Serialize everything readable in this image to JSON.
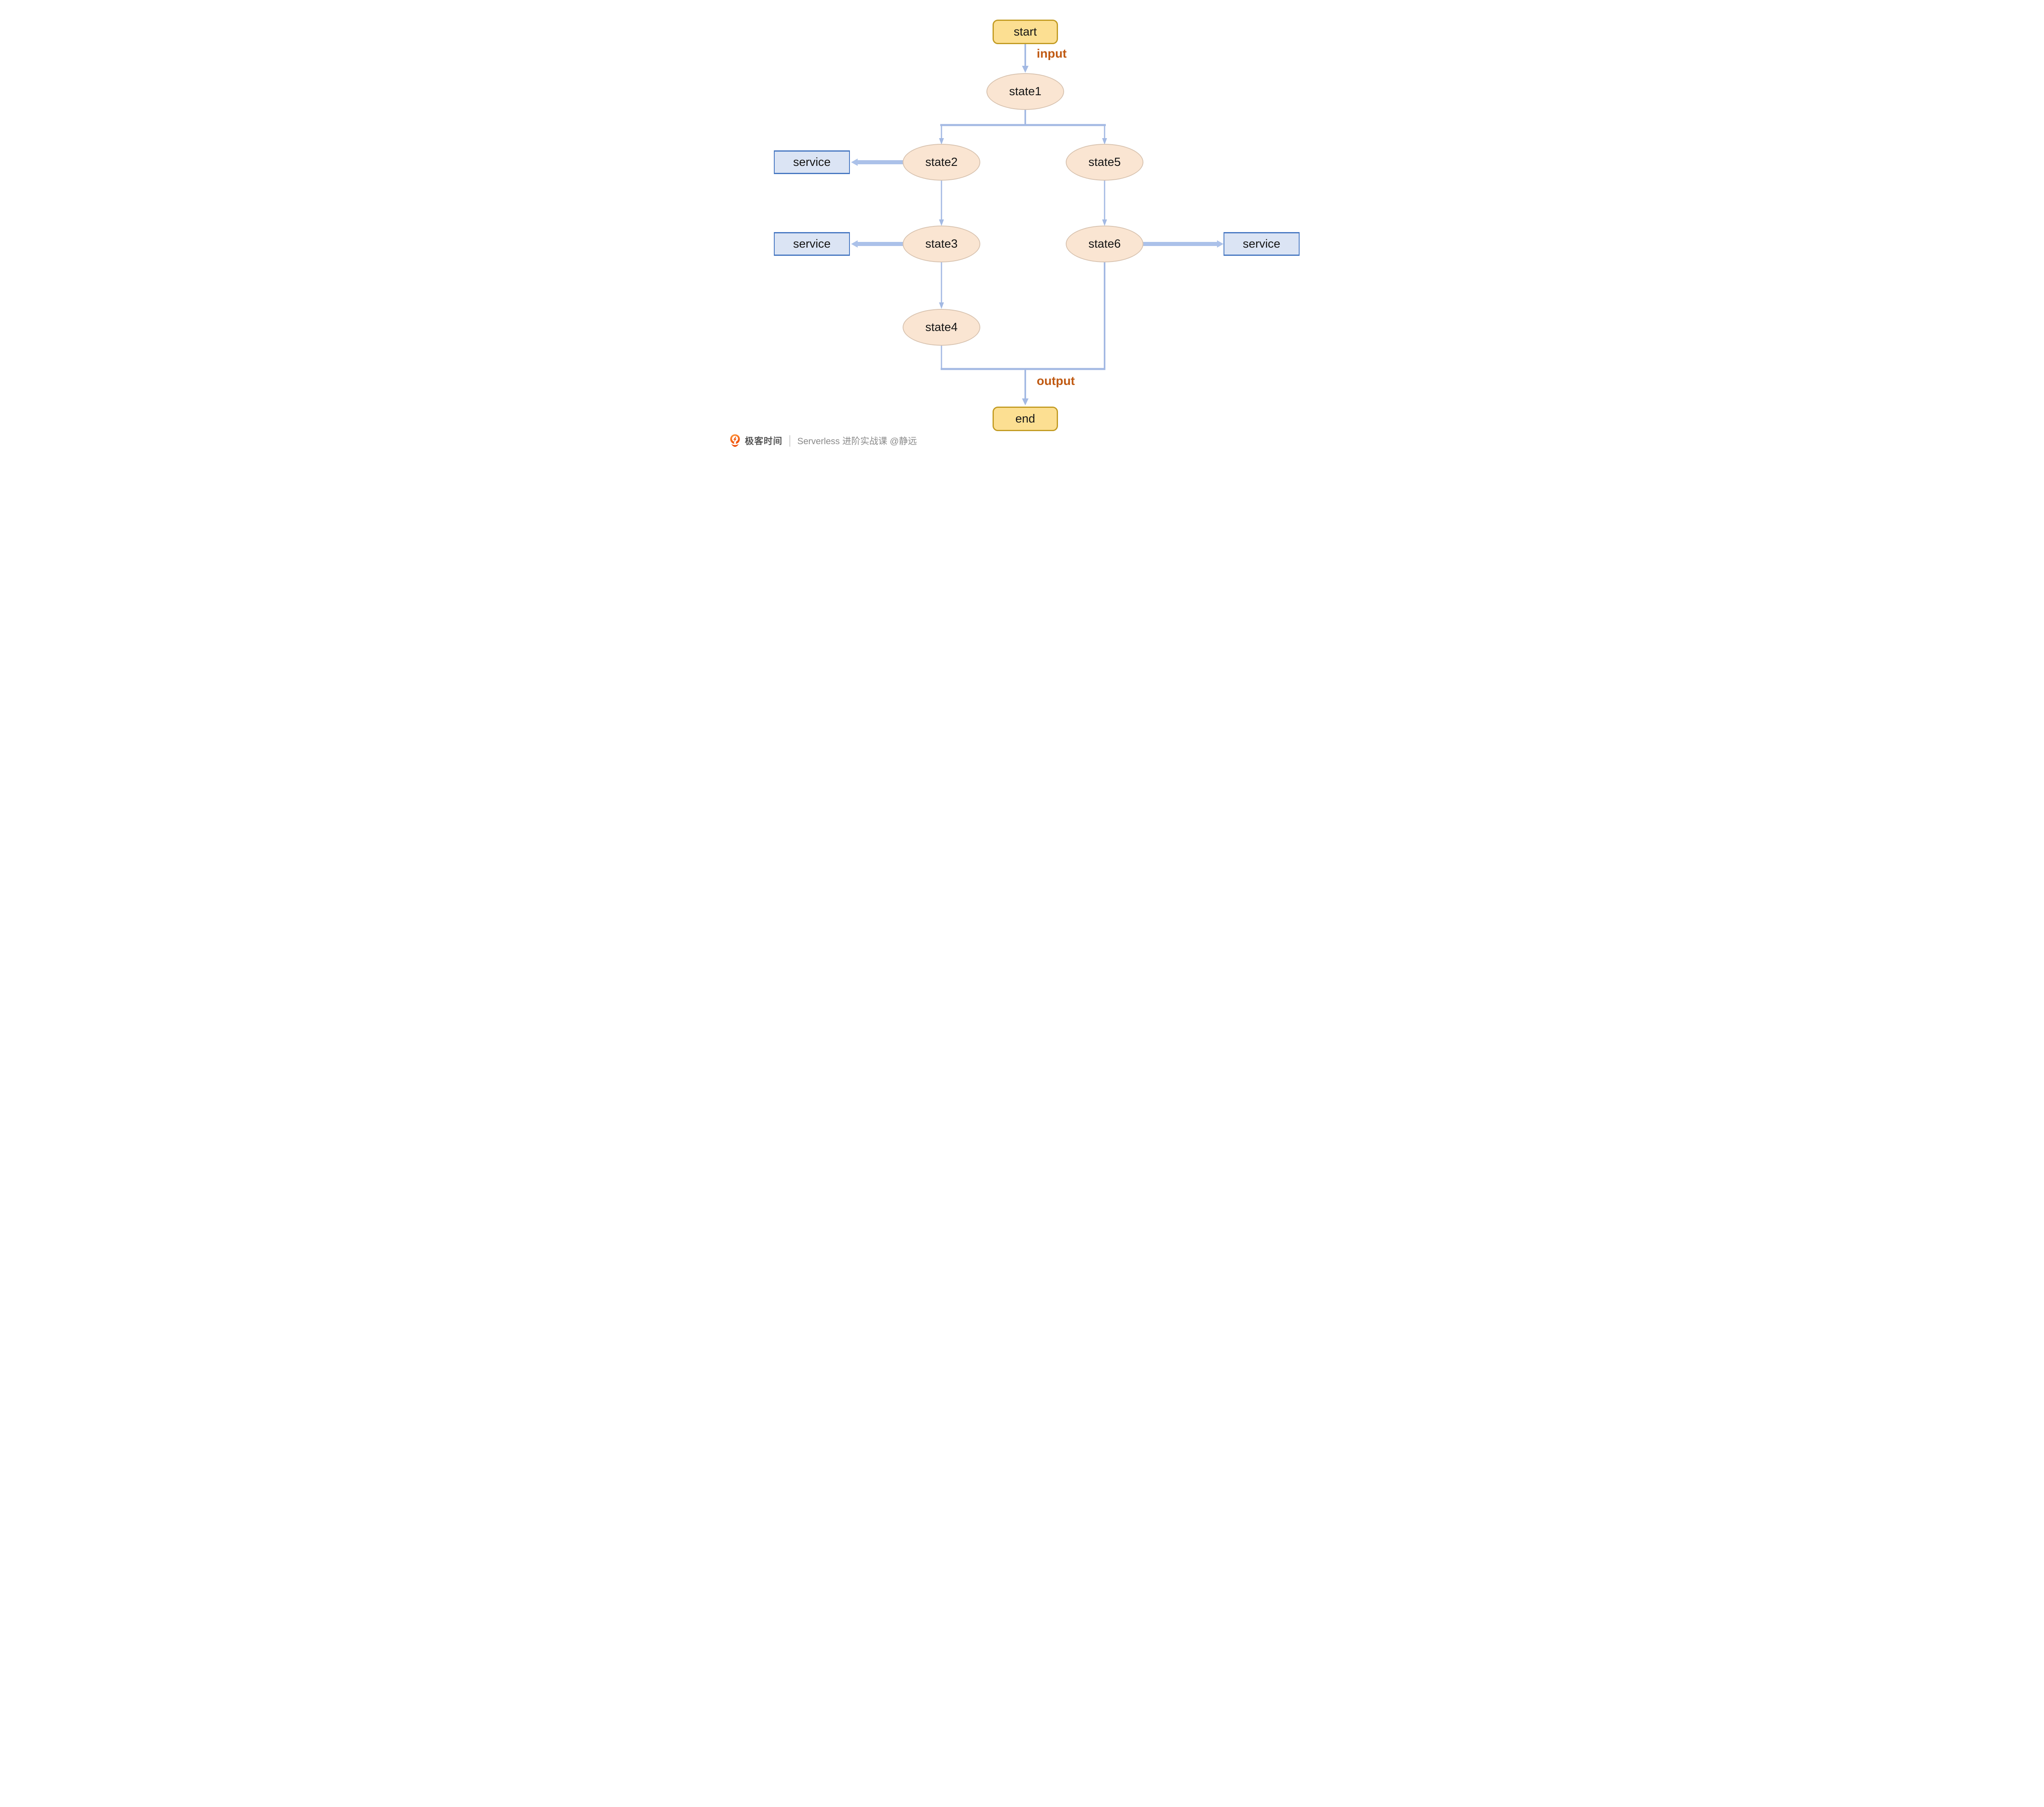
{
  "diagram": {
    "type": "flowchart",
    "nodes": {
      "start": {
        "label": "start",
        "shape": "rounded-rect",
        "role": "terminal"
      },
      "state1": {
        "label": "state1",
        "shape": "ellipse",
        "role": "state"
      },
      "state2": {
        "label": "state2",
        "shape": "ellipse",
        "role": "state"
      },
      "state3": {
        "label": "state3",
        "shape": "ellipse",
        "role": "state"
      },
      "state4": {
        "label": "state4",
        "shape": "ellipse",
        "role": "state"
      },
      "state5": {
        "label": "state5",
        "shape": "ellipse",
        "role": "state"
      },
      "state6": {
        "label": "state6",
        "shape": "ellipse",
        "role": "state"
      },
      "end": {
        "label": "end",
        "shape": "rounded-rect",
        "role": "terminal"
      },
      "service_left_top": {
        "label": "service",
        "shape": "rect",
        "role": "service"
      },
      "service_left_mid": {
        "label": "service",
        "shape": "rect",
        "role": "service"
      },
      "service_right": {
        "label": "service",
        "shape": "rect",
        "role": "service"
      }
    },
    "edge_labels": {
      "input": "input",
      "output": "output"
    },
    "edges": [
      {
        "from": "start",
        "to": "state1",
        "label": "input"
      },
      {
        "from": "state1",
        "to": "state2"
      },
      {
        "from": "state1",
        "to": "state5"
      },
      {
        "from": "state2",
        "to": "service_left_top"
      },
      {
        "from": "state2",
        "to": "state3"
      },
      {
        "from": "state3",
        "to": "service_left_mid"
      },
      {
        "from": "state3",
        "to": "state4"
      },
      {
        "from": "state5",
        "to": "state6"
      },
      {
        "from": "state6",
        "to": "service_right"
      },
      {
        "from": "state4",
        "to": "end",
        "label": "output"
      },
      {
        "from": "state6",
        "to": "end",
        "label": "output"
      }
    ],
    "colors": {
      "edge": "#a3b9e3",
      "edge_block": "#abc1e9",
      "state_fill": "#fae5d2",
      "state_border": "#d8c3b0",
      "terminal_fill": "#fcdf92",
      "terminal_border": "#c29b22",
      "service_fill": "#dbe4f4",
      "service_border": "#4576c1",
      "accent_text": "#c05a13",
      "footer_dark": "#555555",
      "footer_gray": "#8a8a8a"
    }
  },
  "footer": {
    "brand": "极客时间",
    "separator": "│",
    "course": "Serverless 进阶实战课 @静远"
  }
}
